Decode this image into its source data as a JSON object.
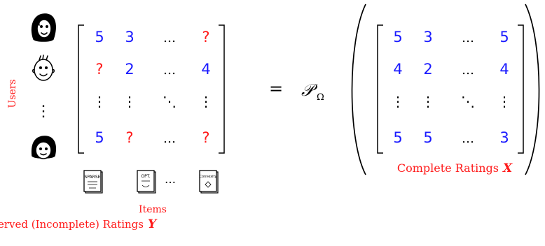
{
  "left": {
    "users_label": "Users",
    "vdots": "⋮",
    "matrix": [
      [
        {
          "t": "5",
          "c": "blue"
        },
        {
          "t": "3",
          "c": "blue"
        },
        {
          "t": "…",
          "c": "black"
        },
        {
          "t": "?",
          "c": "red"
        }
      ],
      [
        {
          "t": "?",
          "c": "red"
        },
        {
          "t": "2",
          "c": "blue"
        },
        {
          "t": "…",
          "c": "black"
        },
        {
          "t": "4",
          "c": "blue"
        }
      ],
      [
        {
          "t": "⋮",
          "c": "black"
        },
        {
          "t": "⋮",
          "c": "black"
        },
        {
          "t": "⋱",
          "c": "black"
        },
        {
          "t": "⋮",
          "c": "black"
        }
      ],
      [
        {
          "t": "5",
          "c": "blue"
        },
        {
          "t": "?",
          "c": "red"
        },
        {
          "t": "…",
          "c": "black"
        },
        {
          "t": "?",
          "c": "red"
        }
      ]
    ],
    "item_cards": [
      "SPARSE",
      "OPT.",
      "Convexity"
    ],
    "items_ellipsis": "…",
    "items_label": "Items",
    "caption": "Observed (Incomplete) Ratings",
    "caption_symbol": "Y"
  },
  "equals": "=",
  "operator": {
    "symbol": "𝒫",
    "subscript": "Ω"
  },
  "right": {
    "matrix": [
      [
        {
          "t": "5",
          "c": "blue"
        },
        {
          "t": "3",
          "c": "blue"
        },
        {
          "t": "…",
          "c": "black"
        },
        {
          "t": "5",
          "c": "blue"
        }
      ],
      [
        {
          "t": "4",
          "c": "blue"
        },
        {
          "t": "2",
          "c": "blue"
        },
        {
          "t": "…",
          "c": "black"
        },
        {
          "t": "4",
          "c": "blue"
        }
      ],
      [
        {
          "t": "⋮",
          "c": "black"
        },
        {
          "t": "⋮",
          "c": "black"
        },
        {
          "t": "⋱",
          "c": "black"
        },
        {
          "t": "⋮",
          "c": "black"
        }
      ],
      [
        {
          "t": "5",
          "c": "blue"
        },
        {
          "t": "5",
          "c": "blue"
        },
        {
          "t": "…",
          "c": "black"
        },
        {
          "t": "3",
          "c": "blue"
        }
      ]
    ],
    "caption": "Complete Ratings",
    "caption_symbol": "X"
  },
  "colors": {
    "blue": "#1a1aff",
    "red": "#ff1a1a",
    "black": "#000000"
  }
}
